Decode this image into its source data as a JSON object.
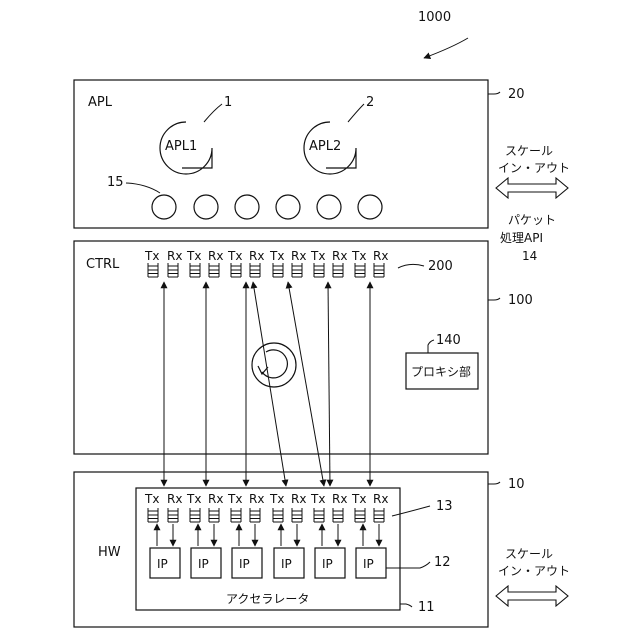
{
  "figure_number": "1000",
  "apl": {
    "label": "APL",
    "ref": "20",
    "apps": [
      {
        "name": "APL1",
        "ref": "1"
      },
      {
        "name": "APL2",
        "ref": "2"
      }
    ],
    "circles_ref": "15"
  },
  "ctrl": {
    "label": "CTRL",
    "ref": "100",
    "queue_ref": "200",
    "proxy_label": "プロキシ部",
    "proxy_ref": "140"
  },
  "hw": {
    "label": "HW",
    "ref": "10",
    "accelerator_label": "アクセラレータ",
    "accelerator_ref": "11",
    "ip_label": "IP",
    "ip_ref": "12",
    "queue_ref": "13"
  },
  "queue_labels": {
    "tx": "Tx",
    "rx": "Rx"
  },
  "scale_top": {
    "line1": "スケール",
    "line2": "イン・アウト"
  },
  "packet_api": {
    "line1": "パケット",
    "line2": "処理API",
    "line3": "14"
  },
  "scale_bottom": {
    "line1": "スケール",
    "line2": "イン・アウト"
  }
}
